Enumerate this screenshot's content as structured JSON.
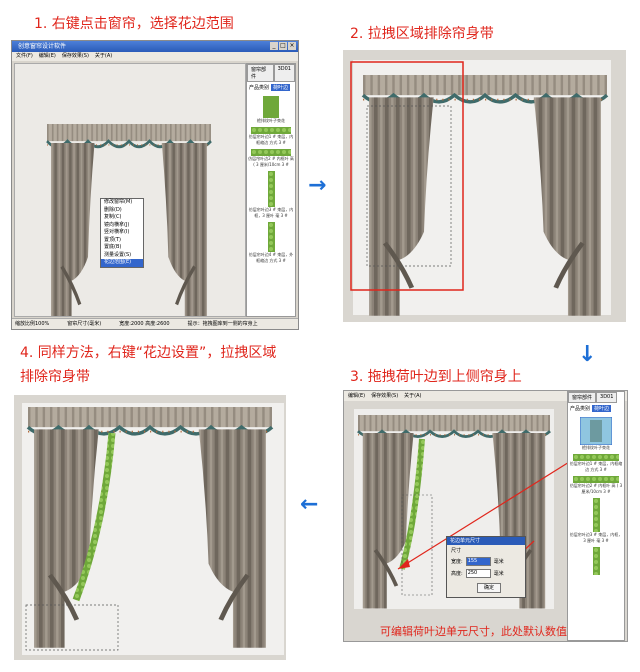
{
  "steps": {
    "step1": "1. 右键点击窗帘，选择花边范围",
    "step2": "2. 拉拽区域排除帘身带",
    "step3": "3. 拖拽荷叶边到上侧帘身上",
    "step4_line1": "4. 同样方法，右键“花边设置”，拉拽区域",
    "step4_line2": "排除帘身带"
  },
  "arrows": {
    "right": "→",
    "down": "↓",
    "left": "←"
  },
  "app": {
    "title": "创意窗帘设计软件",
    "menu": [
      "文件(F)",
      "编辑(E)",
      "保存效果(S)",
      "关于(A)"
    ],
    "tabs": [
      "窗帘部件",
      "3D01"
    ],
    "filter_label": "产品类别",
    "filter_value": "荷叶边",
    "status": [
      "缩放比例100%",
      "窗帘尺寸(毫米)",
      "宽度:2000 高度:2600",
      "提示：拖拽图库到一侧的帘身上"
    ]
  },
  "library": [
    {
      "label": "檐排纹叶子束花"
    },
    {
      "label": ""
    },
    {
      "label": "仿层帘叶边1 # 束层，内框缩边 方式 3 #"
    },
    {
      "label": ""
    },
    {
      "label": "仿层帘叶边2 # 内框叶 高 ( 3 厘米/10cm 3 #"
    },
    {
      "label": ""
    },
    {
      "label": "仿层帘叶边3 # 束层，内框，3 厘叶 毫 3 #"
    },
    {
      "label": "仿层帘叶边4 # 束层，外框缩边 方式 3 #"
    }
  ],
  "context_menu": {
    "items": [
      "修改窗帘(M)",
      "删除(D)",
      "复制(C)",
      "镜向横拿(J)",
      "竖对横拿(I)",
      "置顶(T)",
      "置底(B)",
      "测量设置(S)",
      "花边范围(E)"
    ],
    "highlighted_index": 8
  },
  "dialog": {
    "title": "花边单元尺寸",
    "group": "尺寸",
    "width_label": "宽度:",
    "width_value": "155",
    "height_label": "高度:",
    "height_value": "250",
    "unit": "毫米",
    "ok": "确定"
  },
  "note": "可编辑荷叶边单元尺寸，此处默认数值",
  "colors": {
    "curtain": "#8c8378",
    "valance": "#b4ab9e",
    "lace": "#6fa83a",
    "accent": "#e0261c",
    "arrow": "#1d6fd6",
    "selection": "#e0261c"
  }
}
